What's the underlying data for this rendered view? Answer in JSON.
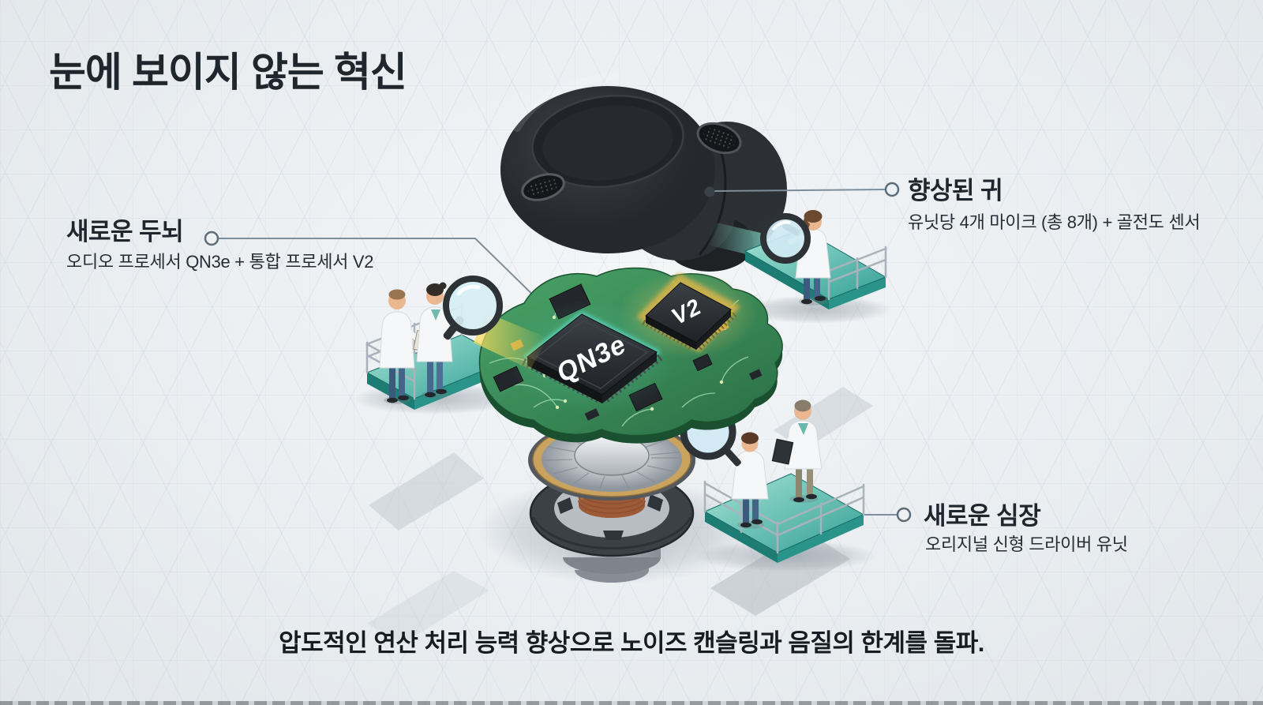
{
  "title": "눈에 보이지 않는 혁신",
  "callouts": {
    "brain": {
      "title": "새로운 두뇌",
      "subtitle": "오디오 프로세서 QN3e + 통합 프로세서 V2"
    },
    "ears": {
      "title": "향상된 귀",
      "subtitle": "유닛당 4개 마이크 (총 8개) + 골전도 센서"
    },
    "heart": {
      "title": "새로운 심장",
      "subtitle": "오리지널 신형 드라이버 유닛"
    }
  },
  "caption": "압도적인 연산 처리 능력 향상으로 노이즈 캔슬링과 음질의 한계를 돌파.",
  "chips": {
    "audio_processor": "QN3e",
    "integrated_processor": "V2"
  },
  "icons": {
    "magnifier": "magnifying-glass",
    "clipboard": "clipboard",
    "tablet": "tablet"
  },
  "colors": {
    "background": "#eaeef1",
    "ink": "#20262e",
    "connector": "#7d8d99",
    "platform_teal": "#3aa79b",
    "pcb_green": "#2e7d45",
    "chip_glow_teal": "#5fe0cf",
    "chip_glow_gold": "#d9b44a",
    "beam_yellow": "#f7dc5e",
    "beam_teal": "#7fd6c9",
    "copper": "#b5714a",
    "gold_ring": "#caa45f",
    "earbud_black": "#2b2f33"
  }
}
